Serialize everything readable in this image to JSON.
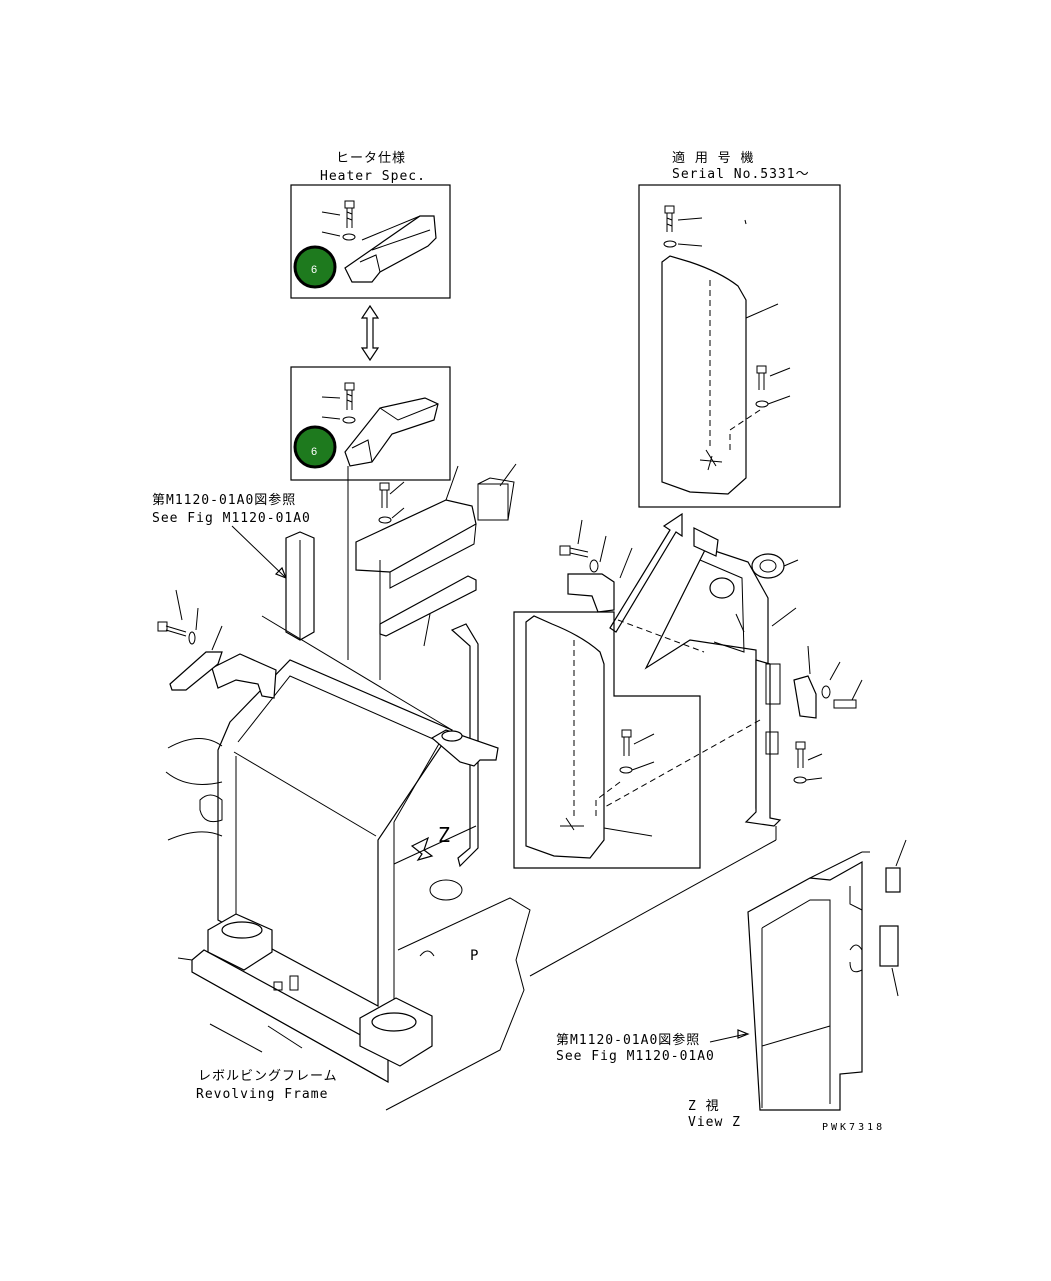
{
  "labels": {
    "heater_spec_jp": "ヒータ仕様",
    "heater_spec_en": "Heater Spec.",
    "serial_jp": "適 用 号 機",
    "serial_en": "Serial No.5331～",
    "see_fig_top_jp": "第M1120-01A0図参照",
    "see_fig_top_en": "See Fig M1120-01A0",
    "see_fig_bottom_jp": "第M1120-01A0図参照",
    "see_fig_bottom_en": "See Fig M1120-01A0",
    "revolving_jp": "レボルビングフレーム",
    "revolving_en": "Revolving Frame",
    "view_z_jp": "Z  視",
    "view_z_en": "View Z",
    "z_marker": "Z",
    "p_marker": "P",
    "drawing_code": "PWK7318"
  },
  "callouts": [
    {
      "number": "6",
      "color": "#1e7a1e"
    },
    {
      "number": "6",
      "color": "#1e7a1e"
    }
  ]
}
